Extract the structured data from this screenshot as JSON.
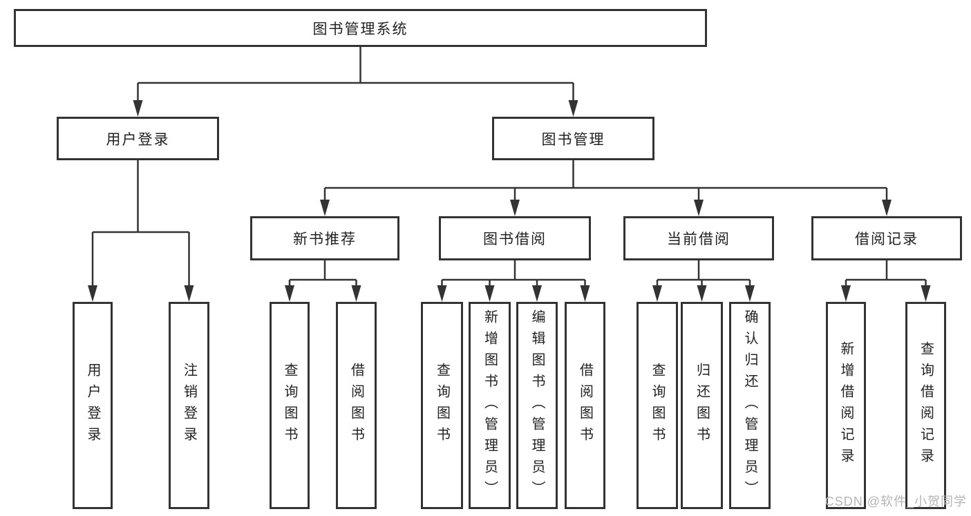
{
  "diagram": {
    "root": "图书管理系统",
    "nodes": [
      {
        "label": "用户登录",
        "children": [
          "用户登录",
          "注销登录"
        ]
      },
      {
        "label": "图书管理",
        "children": [
          {
            "label": "新书推荐",
            "children": [
              "查询图书",
              "借阅图书"
            ]
          },
          {
            "label": "图书借阅",
            "children": [
              "查询图书",
              "新增图书（管理员）",
              "编辑图书（管理员）",
              "借阅图书"
            ]
          },
          {
            "label": "当前借阅",
            "children": [
              "查询图书",
              "归还图书",
              "确认归还（管理员）"
            ]
          },
          {
            "label": "借阅记录",
            "children": [
              "新增借阅记录",
              "查询借阅记录"
            ]
          }
        ]
      }
    ]
  },
  "colors": {
    "line": "#333333",
    "text": "#222222",
    "watermark_text": "#b5b5b5",
    "background": "#ffffff"
  },
  "watermark": {
    "text": "CSDN @软件_小贺同学"
  }
}
